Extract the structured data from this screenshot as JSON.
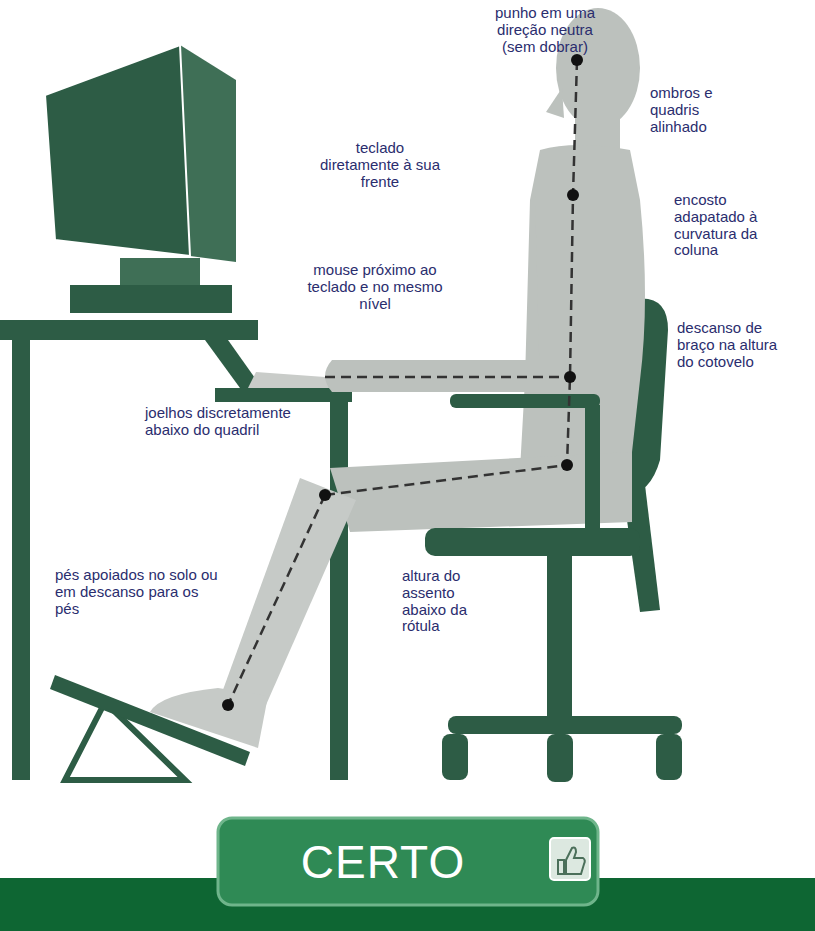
{
  "diagram": {
    "nodes": [
      {
        "text": [
          "CERTO"
        ]
      }
    ],
    "labels": [
      "punho em uma direção neutra (sem dobrar)",
      "ombros e quadris alinhado",
      "teclado diretamente à sua frente",
      "encosto adapatado à curvatura da coluna",
      "mouse próximo ao teclado e no mesmo nível",
      "descanso de braço na altura do cotovelo",
      "joelhos discretamente abaixo do quadril",
      "pés apoiados no solo ou em descanso para os pés",
      "altura do assento abaixo da rótula"
    ]
  }
}
